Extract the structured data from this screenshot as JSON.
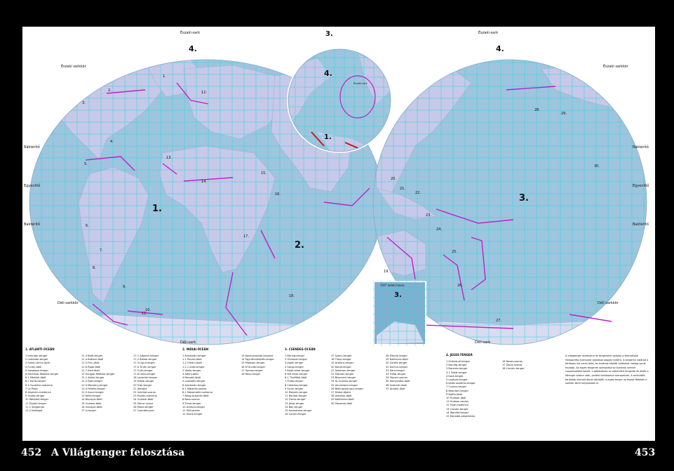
{
  "footer": {
    "left_page": "452",
    "title": "A Világtenger felosztása",
    "right_page": "453"
  },
  "map": {
    "colors": {
      "ocean": "#9ec5de",
      "ocean_deep": "#7fb0d0",
      "land": "#c6c9e8",
      "grid": "#27d6e0",
      "boundary": "#c020c8",
      "arctic_line": "#d01818"
    },
    "ocean_numbers": {
      "atlantic": "1.",
      "indian": "2.",
      "pacific": "3.",
      "arctic": "4."
    },
    "labels": {
      "north_pole_left": "Északi-sark",
      "north_pole_right": "Északi-sark",
      "polar_circle_left": "Északi sarkkör",
      "polar_circle_right": "Északi sarkkör",
      "tropic_north_left": "Ráktérítő",
      "tropic_north_right": "Ráktérítő",
      "equator_left": "Egyenlítő",
      "equator_right": "Egyenlítő",
      "tropic_south_left": "Baktérítő",
      "tropic_south_right": "Baktérítő",
      "south_circle_left": "Déli sarkkör",
      "south_circle_right": "Déli sarkkör",
      "south_pole_left": "Déli-sark",
      "south_pole_right": "Déli-sark",
      "inset_title": "150° keleti hossz.",
      "inset_pole": "Északi-sark"
    },
    "sea_numbers": [
      "1.",
      "2.",
      "3.",
      "4.",
      "5.",
      "6.",
      "7.",
      "8.",
      "9.",
      "10.",
      "11.",
      "12.",
      "13.",
      "14.",
      "15.",
      "16.",
      "17.",
      "18.",
      "19.",
      "20.",
      "21.",
      "22.",
      "23.",
      "24.",
      "25.",
      "26.",
      "27.",
      "28.",
      "29.",
      "30."
    ]
  },
  "legend": {
    "atlantic": {
      "heading": "1. ATLANTI-ÓCEÁN",
      "items": [
        "1 Irminger-tenger",
        "2 Labrador-tenger",
        "3 Szent-Lőrinc-öböl",
        "4 Fundy-öböl",
        "5 Sargasso-tenger",
        "6 Amerikai-földközi-tenger",
        "6.1 Mexikói-öböl",
        "6.2 Karib-tenger",
        "6.3 Yucatáni-csatorna",
        "7 La Plata",
        "8 Argentin-medence",
        "9 Scotia-tenger",
        "10 Weddell-tenger",
        "11 Északi-tenger",
        "11.1 Skagerrak",
        "11.2 Kattegat"
      ]
    },
    "atlantic2": {
      "items": [
        "11.3 Balti-tenger",
        "11.4 Botteni-öböl",
        "11.5 Finn-öböl",
        "11.6 Rigai-öböl",
        "11.7 Kieli-öböl",
        "12 Európai-földközi-tenger",
        "12.1 Adriai-tenger",
        "12.2 Égei-tenger",
        "12.3 Márvány-tenger",
        "12.4 Fekete-tenger",
        "12.5 Azovi-tenger",
        "13 Kelta-tenger",
        "14 Biscayai-öböl",
        "15 Guineai-öböl",
        "16 Vizcayai-öböl",
        "17 Ír-tenger"
      ]
    },
    "atlantic3": {
      "items": [
        "17.1 Alboran-tenger",
        "17.2 Baleár-tenger",
        "17.3 Ligur-tenger",
        "17.4 Tirrén-tenger",
        "17.5 Jón-tenger",
        "17.6 Líbiai-tenger",
        "18 Levantei-tenger",
        "19 Krétai-tenger",
        "20 Trák-tenger",
        "21 Aldabra",
        "22 Szicíliai-szoros",
        "23 Északi-csatorna",
        "24 Guineai-öböl",
        "25 Sierra Leone",
        "26 Maud-tenger",
        "27 Csendes-part"
      ]
    },
    "indian": {
      "heading": "2. INDIAI-ÓCEÁN",
      "items": [
        "1 Andamán-tenger",
        "1.1 Perzsa-öböl",
        "1.2 Ománi-öböl",
        "1.2.1 Arab-tenger",
        "2 Vörös-tenger",
        "3 Adeni-öböl",
        "4 Bengáli-öböl",
        "5 Lakkadív-tenger",
        "6 Andamán-tenger",
        "6.1 Malakka-szoros",
        "6.2 Mozambiki-csatorna",
        "7 Nagy-Ausztrál-öböl",
        "8 Bass-szoros",
        "9 Timor-tenger",
        "10 Arafura-tenger",
        "11 Déli-óceán",
        "12 Davis-tenger"
      ]
    },
    "indian2": {
      "items": [
        "13 Kosmonauták-tengere",
        "14 Együttműködés-tenger",
        "15 Mawson-tenger",
        "16 D'Urville-tenger",
        "17 Somov-tenger",
        "18 Ross-tenger"
      ]
    },
    "pacific": {
      "heading": "3. CSENDES-ÓCEÁN",
      "items": [
        "1 Bering-tenger",
        "2 Ohotszki-tenger",
        "3 Japán-tenger",
        "4 Sárga-tenger",
        "5 Kelet-kínai-tenger",
        "6 Dél-kínai-tenger",
        "6.1 Thaiföldi-öböl",
        "7 Fülöp-tenger",
        "8 Celebesz-tenger",
        "9 Szulu-tenger",
        "10 Molukki-tenger",
        "11 Bandai-tenger",
        "12 Flores-tenger",
        "13 Jávai-tenger",
        "14 Bali-tenger",
        "15 Halmahera-tenger",
        "16 Ceram-tenger"
      ]
    },
    "pacific2": {
      "items": [
        "17 Szavu-tenger",
        "18 Timor-tenger",
        "19 Arafura-tenger",
        "20 Korall-tenger",
        "21 Salamon-tenger",
        "22 Tasman-tenger",
        "23 Bismarck-tenger",
        "24 Új-Guineai-tenger",
        "25 Amundsen-tenger",
        "26 Bellingshausen-tenger",
        "27 Drake-átjáró",
        "28 Alaszkai-öböl",
        "29 Kaliforniai-öböl",
        "30 Panamai-öböl"
      ]
    },
    "pacific3": {
      "items": [
        "28 Eltavik-tenger",
        "29 Kalifornia-öböl",
        "30 Cortés-tenger",
        "31 Kunlun-tenger",
        "32 Kara-tenger",
        "33 Fülöp-tenger",
        "34 Tajvani-szoros",
        "35 Kamcsatka-öböl",
        "36 Szahalin-öböl",
        "37 Anadiri-öböl"
      ]
    },
    "arctic": {
      "heading": "4. JEGES-TENGER",
      "items": [
        "1 Grönlandi-tenger",
        "2 Norvég-tenger",
        "3 Barents-tenger",
        "3.1 Fehér-tenger",
        "4 Kara-tenger",
        "5 Laptyev-tenger",
        "6 Kelet-szibériai-tenger",
        "7 Csukcs-tenger",
        "8 Beaufort-tenger",
        "9 Baffin-öböl",
        "10 Hudson-öböl",
        "11 Hudson-szoros",
        "12 Foxe-medence",
        "13 Lincoln-tenger",
        "14 Wandel-tenger",
        "15 Kanadai-szigetvilág"
      ]
    },
    "arctic2": {
      "items": [
        "16 Nares-szoros",
        "17 Davis-szoros",
        "18 Lincoln-tenger"
      ]
    },
    "note": "A Világtenger óceánokra és tengerekre osztása a Nemzetközi Hidrográfiai Szervezet ajánlásai alapján történt. A tengerek határait a térképen lila vonal jelöli, az óceánok közötti határokat vastag vonal mutatja. Az egyes tengerek számozása az óceánok szerinti csoportosítást követi; a táblázatban az alárendelt tengerek és öblök a főtenger száma után, ponttal elválasztva szerepelnek. A sarkvidéki területek kiemelt ábrán láthatók, a Jeges-tenger az északi féltekén a sarkkör körül helyezkedik el."
  }
}
